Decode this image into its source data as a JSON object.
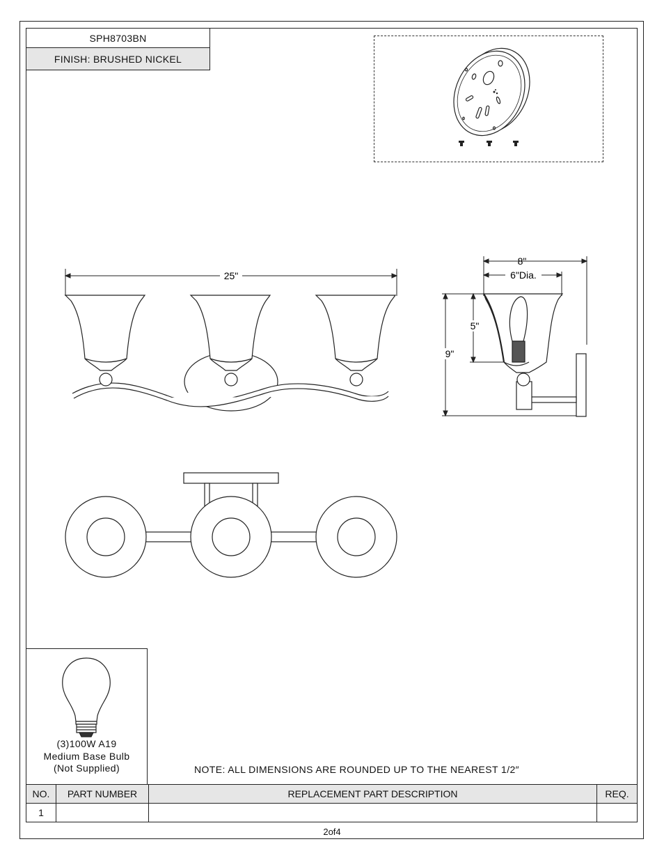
{
  "title_block": {
    "model": "SPH8703BN",
    "finish": "FINISH: BRUSHED NICKEL"
  },
  "dimensions": {
    "width": "25\"",
    "depth": "8\"",
    "shade_diameter": "6\"Dia.",
    "shade_height": "5\"",
    "height": "9\""
  },
  "bulb": {
    "line1": "(3)100W A19",
    "line2": "Medium Base Bulb",
    "line3": "(Not Supplied)"
  },
  "note": "NOTE:  ALL DIMENSIONS ARE ROUNDED UP TO THE NEAREST  1/2″",
  "parts_table": {
    "headers": {
      "no": "NO.",
      "part_number": "PART NUMBER",
      "description": "REPLACEMENT PART DESCRIPTION",
      "req": "REQ."
    },
    "rows": [
      {
        "no": "1",
        "part_number": "",
        "description": "",
        "req": ""
      }
    ]
  },
  "page": "2of4"
}
